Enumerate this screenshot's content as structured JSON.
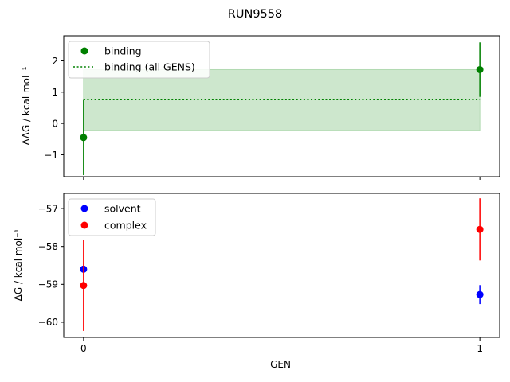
{
  "chart_data": {
    "type": "scatter",
    "title": "RUN9558",
    "xlabel": "GEN",
    "x_ticks": [
      0,
      1
    ],
    "x_tick_labels": [
      "0",
      "1"
    ],
    "xlim": [
      -0.05,
      1.05
    ],
    "top": {
      "ylabel": "ΔΔG / kcal mol⁻¹",
      "ylim": [
        -1.7,
        2.8
      ],
      "y_ticks": [
        -1,
        0,
        1,
        2
      ],
      "y_tick_labels": [
        "−1",
        "0",
        "1",
        "2"
      ],
      "legend": {
        "position": "upper-left",
        "entries": [
          "binding",
          "binding (all GENS)"
        ]
      },
      "series": [
        {
          "name": "binding",
          "color": "#008000",
          "x": [
            0,
            1
          ],
          "y": [
            -0.45,
            1.72
          ],
          "err": [
            1.2,
            0.87
          ]
        }
      ],
      "all_gens": {
        "name": "binding (all GENS)",
        "color": "#008000",
        "value": 0.76,
        "band": [
          -0.22,
          1.72
        ],
        "band_color": "#b2dab2",
        "x_range": [
          0,
          1
        ]
      }
    },
    "bottom": {
      "ylabel": "ΔG / kcal mol⁻¹",
      "ylim": [
        -60.4,
        -56.6
      ],
      "y_ticks": [
        -60,
        -59,
        -58,
        -57
      ],
      "y_tick_labels": [
        "−60",
        "−59",
        "−58",
        "−57"
      ],
      "legend": {
        "position": "upper-left",
        "entries": [
          "solvent",
          "complex"
        ]
      },
      "series": [
        {
          "name": "solvent",
          "color": "#0000ff",
          "x": [
            0,
            1
          ],
          "y": [
            -58.6,
            -59.27
          ],
          "err": [
            0.03,
            0.25
          ]
        },
        {
          "name": "complex",
          "color": "#ff0000",
          "x": [
            0,
            1
          ],
          "y": [
            -59.03,
            -57.55
          ],
          "err": [
            1.2,
            0.82
          ]
        }
      ]
    }
  }
}
